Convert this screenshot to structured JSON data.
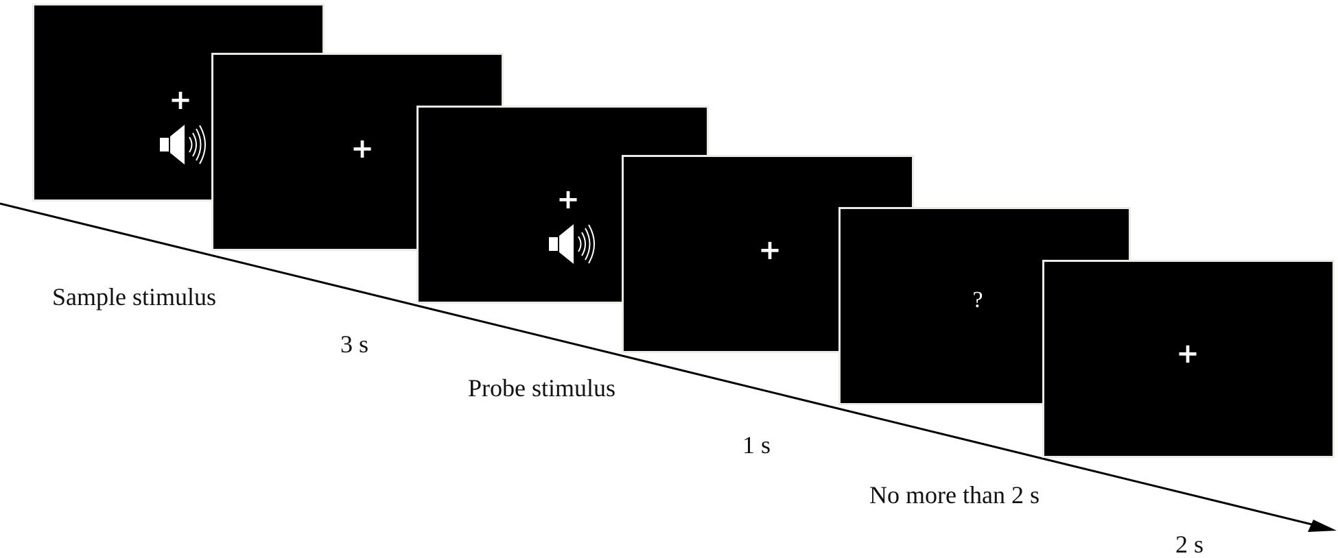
{
  "labels": {
    "sample": "Sample stimulus",
    "delay": "3 s",
    "probe": "Probe stimulus",
    "interval": "1 s",
    "response": "No more than 2 s",
    "iti": "2 s"
  },
  "screens": {
    "question_mark": "?"
  },
  "icons": {
    "speaker": "speaker-icon",
    "fixation": "fixation-cross-icon"
  },
  "colors": {
    "screen_background": "#000000",
    "screen_border": "#ecece4",
    "foreground": "#ffffff",
    "text": "#111111",
    "timeline": "#000000"
  }
}
